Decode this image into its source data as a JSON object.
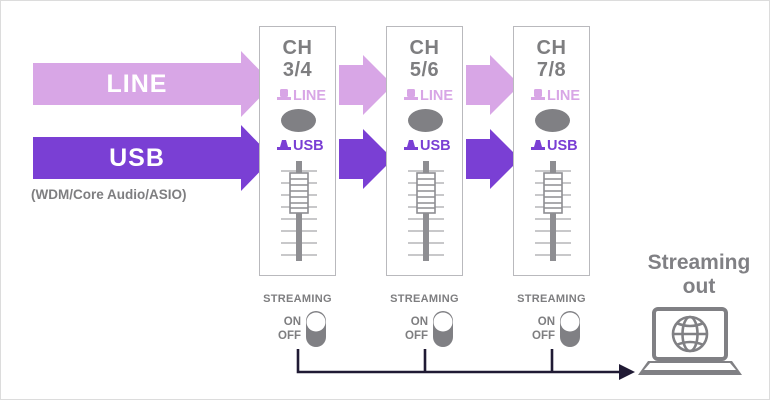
{
  "diagram": {
    "title_hidden": "",
    "sources": [
      {
        "id": "line",
        "label": "LINE",
        "color": "#d8a6e6",
        "note": ""
      },
      {
        "id": "usb",
        "label": "USB",
        "color": "#7a3fd4",
        "note": "(WDM/Core Audio/ASIO)"
      }
    ],
    "channels": [
      {
        "ch_word": "CH",
        "ch_number": "3/4",
        "line_label": "LINE",
        "usb_label": "USB",
        "streaming_label": "STREAMING",
        "toggle_on": "ON",
        "toggle_off": "OFF",
        "toggle_state": "ON"
      },
      {
        "ch_word": "CH",
        "ch_number": "5/6",
        "line_label": "LINE",
        "usb_label": "USB",
        "streaming_label": "STREAMING",
        "toggle_on": "ON",
        "toggle_off": "OFF",
        "toggle_state": "ON"
      },
      {
        "ch_word": "CH",
        "ch_number": "7/8",
        "line_label": "LINE",
        "usb_label": "USB",
        "streaming_label": "STREAMING",
        "toggle_on": "ON",
        "toggle_off": "OFF",
        "toggle_state": "ON"
      }
    ],
    "output": {
      "title_line1": "Streaming",
      "title_line2": "out",
      "device_icon": "laptop-globe-icon"
    },
    "colors": {
      "line_purple": "#d8a6e6",
      "usb_purple": "#7a3fd4",
      "gray_text": "#7e7e80",
      "knob_gray": "#808084",
      "bus_line": "#201a34",
      "panel_border": "#b9b9bd",
      "fader_gray": "#9a9a9e"
    }
  }
}
